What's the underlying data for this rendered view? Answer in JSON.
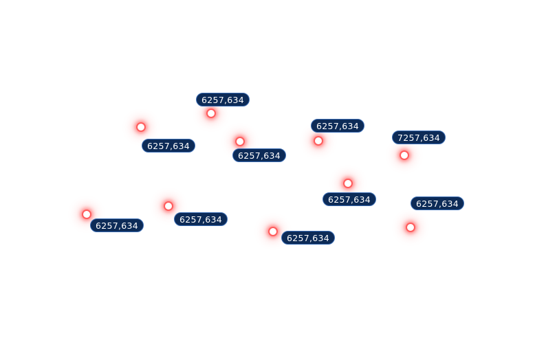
{
  "map": {
    "markers": [
      {
        "id": "m1",
        "label": "6257,634"
      },
      {
        "id": "m2",
        "label": "6257,634"
      },
      {
        "id": "m3",
        "label": "6257,634"
      },
      {
        "id": "m4",
        "label": "6257,634"
      },
      {
        "id": "m5",
        "label": "7257,634"
      },
      {
        "id": "m6",
        "label": "6257,634"
      },
      {
        "id": "m7",
        "label": "6257,634"
      },
      {
        "id": "m8",
        "label": "6257,634"
      },
      {
        "id": "m9",
        "label": "6257,634"
      },
      {
        "id": "m10",
        "label": "6257,634"
      }
    ],
    "colors": {
      "label_bg": "#0d2b57",
      "label_border": "#3a6db5",
      "marker_glow": "#ff5a5a"
    }
  }
}
